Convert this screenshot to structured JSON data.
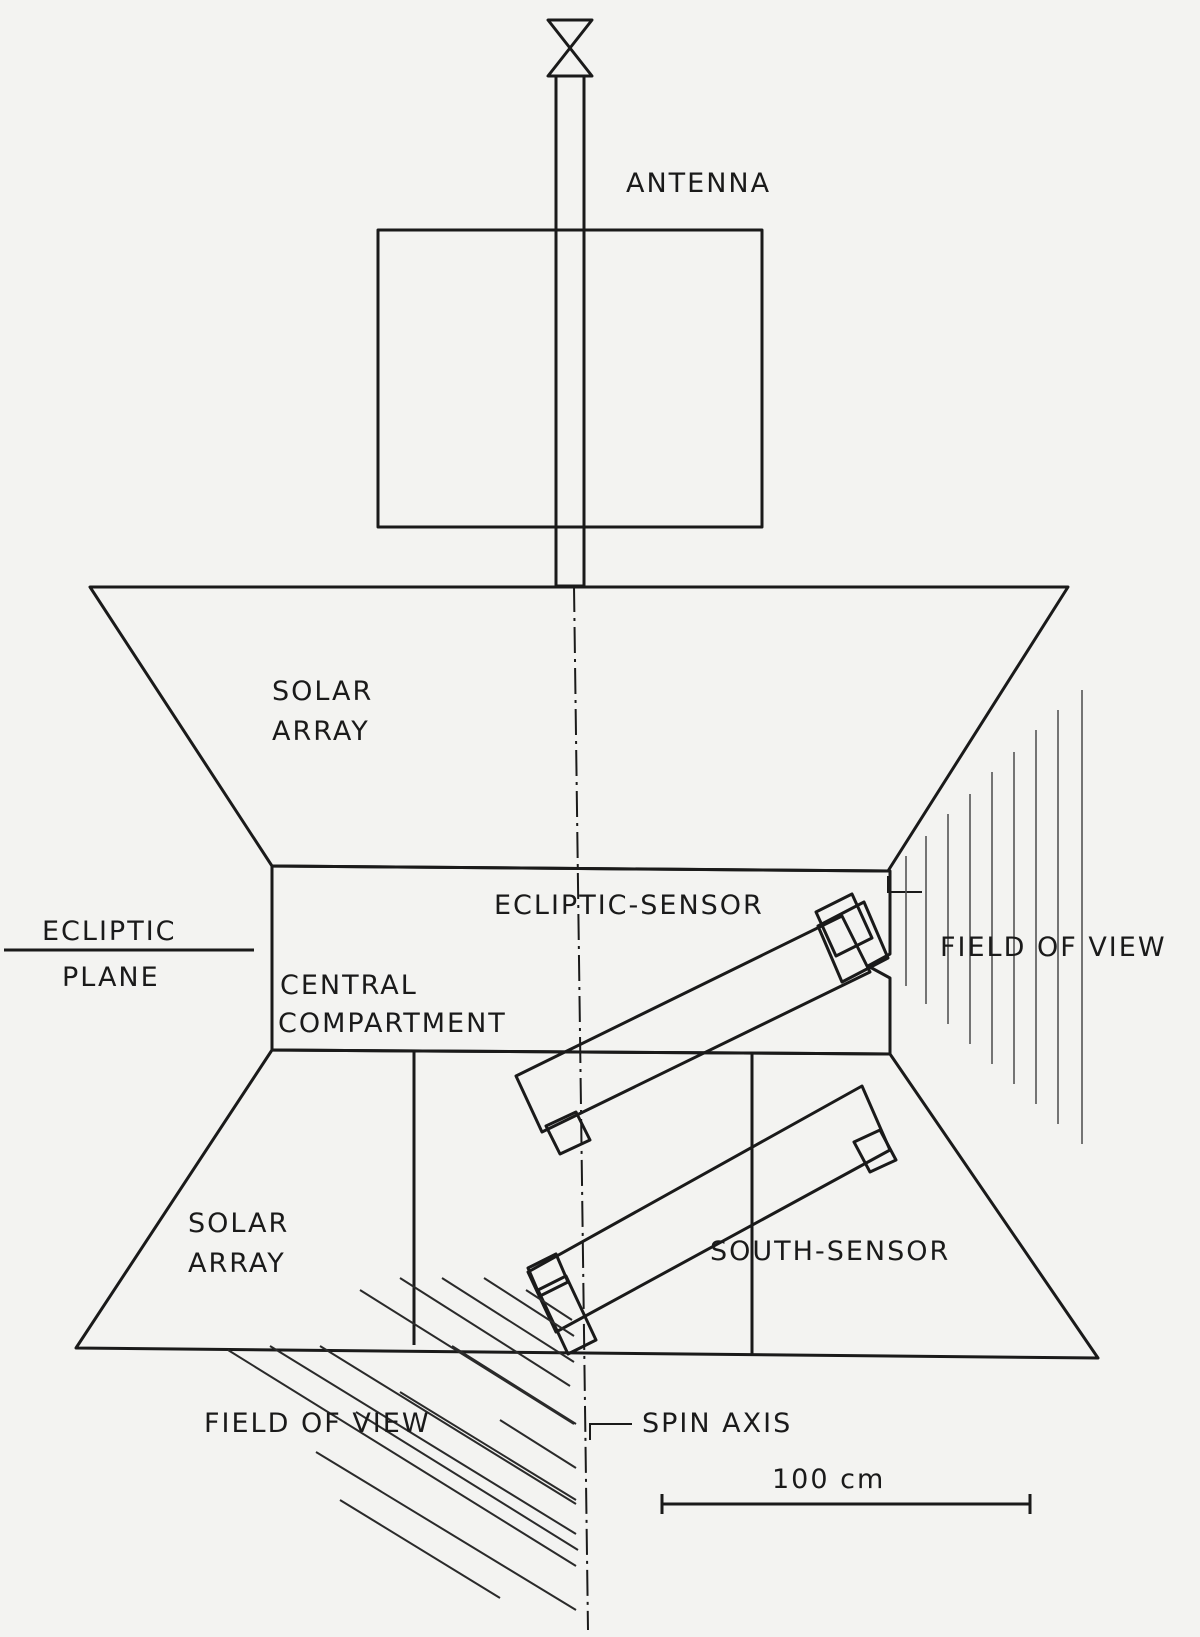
{
  "labels": {
    "antenna": "ANTENNA",
    "solar_array_top_1": "SOLAR",
    "solar_array_top_2": "ARRAY",
    "ecliptic_1": "ECLIPTIC",
    "ecliptic_2": "PLANE",
    "central_1": "CENTRAL",
    "central_2": "COMPARTMENT",
    "ecliptic_sensor": "ECLIPTIC-SENSOR",
    "fov_right": "FIELD OF VIEW",
    "solar_array_bottom_1": "SOLAR",
    "solar_array_bottom_2": "ARRAY",
    "south_sensor": "SOUTH-SENSOR",
    "fov_bottom": "FIELD OF VIEW",
    "spin_axis": "SPIN  AXIS",
    "scale": "100 cm"
  }
}
